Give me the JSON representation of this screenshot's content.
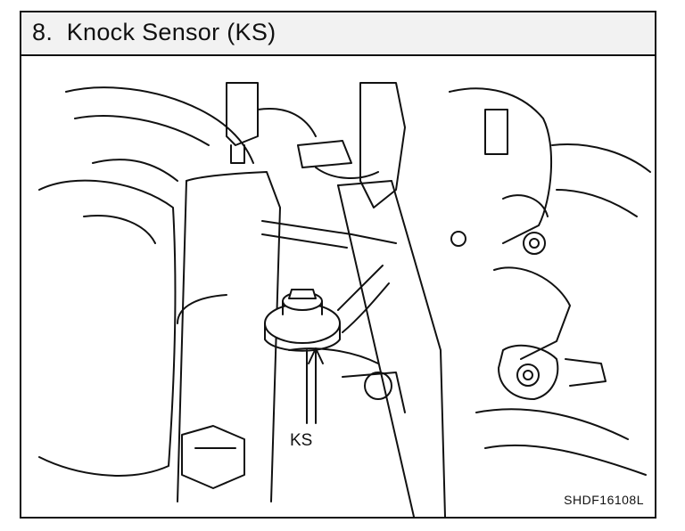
{
  "header": {
    "title": "8.  Knock Sensor (KS)"
  },
  "illustration": {
    "callout_label": "KS",
    "figure_code": "SHDF16108L"
  }
}
